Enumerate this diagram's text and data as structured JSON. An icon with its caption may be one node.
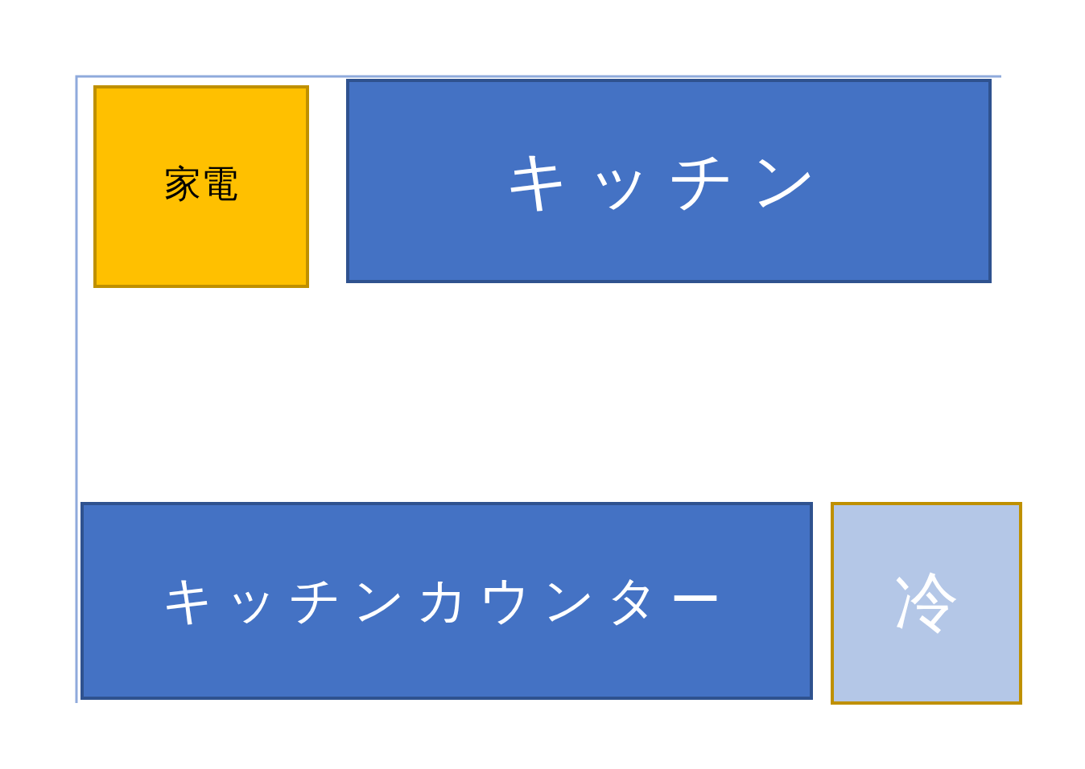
{
  "diagram": {
    "nodes": [
      {
        "text": [
          "家電"
        ]
      },
      {
        "text": [
          "キッチン"
        ]
      },
      {
        "text": [
          "キッチンカウンター"
        ]
      },
      {
        "text": [
          "冷"
        ]
      }
    ]
  }
}
